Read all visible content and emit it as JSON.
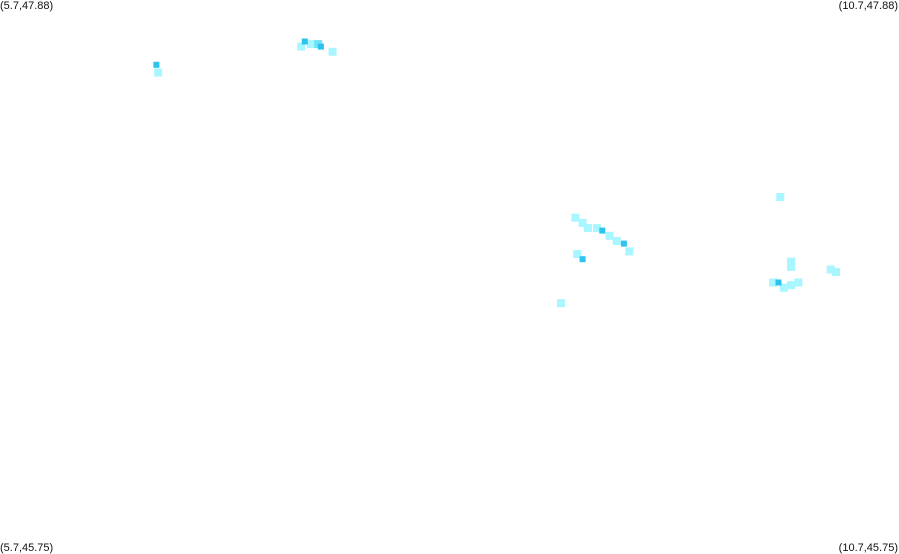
{
  "corners": {
    "top_left": "(5.7,47.88)",
    "top_right": "(10.7,47.88)",
    "bottom_left": "(5.7,45.75)",
    "bottom_right": "(10.7,45.75)"
  },
  "bounds": {
    "lon_min": 5.7,
    "lon_max": 10.7,
    "lat_min": 45.75,
    "lat_max": 47.88
  },
  "colors": {
    "background": "#ffffff",
    "light": "#a8f6ff",
    "mid": "#6fe3f5",
    "dark": "#2cc3ee"
  },
  "cells": [
    {
      "lon": 7.375,
      "lat": 47.7,
      "level": "light"
    },
    {
      "lon": 7.395,
      "lat": 47.72,
      "level": "dark"
    },
    {
      "lon": 7.43,
      "lat": 47.71,
      "level": "light"
    },
    {
      "lon": 7.47,
      "lat": 47.71,
      "level": "mid"
    },
    {
      "lon": 7.485,
      "lat": 47.7,
      "level": "dark"
    },
    {
      "lon": 7.55,
      "lat": 47.68,
      "level": "light"
    },
    {
      "lon": 6.57,
      "lat": 47.63,
      "level": "dark"
    },
    {
      "lon": 6.58,
      "lat": 47.6,
      "level": "light"
    },
    {
      "lon": 8.9,
      "lat": 47.04,
      "level": "light"
    },
    {
      "lon": 8.94,
      "lat": 47.02,
      "level": "light"
    },
    {
      "lon": 8.97,
      "lat": 47.0,
      "level": "light"
    },
    {
      "lon": 9.02,
      "lat": 47.0,
      "level": "light"
    },
    {
      "lon": 9.05,
      "lat": 46.99,
      "level": "dark"
    },
    {
      "lon": 9.09,
      "lat": 46.97,
      "level": "light"
    },
    {
      "lon": 9.13,
      "lat": 46.95,
      "level": "light"
    },
    {
      "lon": 9.17,
      "lat": 46.94,
      "level": "dark"
    },
    {
      "lon": 9.2,
      "lat": 46.91,
      "level": "light"
    },
    {
      "lon": 8.91,
      "lat": 46.9,
      "level": "light"
    },
    {
      "lon": 8.94,
      "lat": 46.88,
      "level": "dark"
    },
    {
      "lon": 8.82,
      "lat": 46.71,
      "level": "light"
    },
    {
      "lon": 10.0,
      "lat": 46.79,
      "level": "light"
    },
    {
      "lon": 10.03,
      "lat": 46.79,
      "level": "dark"
    },
    {
      "lon": 10.06,
      "lat": 46.77,
      "level": "light"
    },
    {
      "lon": 10.1,
      "lat": 46.78,
      "level": "light"
    },
    {
      "lon": 10.14,
      "lat": 46.79,
      "level": "light"
    },
    {
      "lon": 10.04,
      "lat": 47.12,
      "level": "light"
    },
    {
      "lon": 10.1,
      "lat": 46.87,
      "level": "light"
    },
    {
      "lon": 10.1,
      "lat": 46.85,
      "level": "light"
    },
    {
      "lon": 10.32,
      "lat": 46.84,
      "level": "light"
    },
    {
      "lon": 10.35,
      "lat": 46.83,
      "level": "light"
    }
  ]
}
